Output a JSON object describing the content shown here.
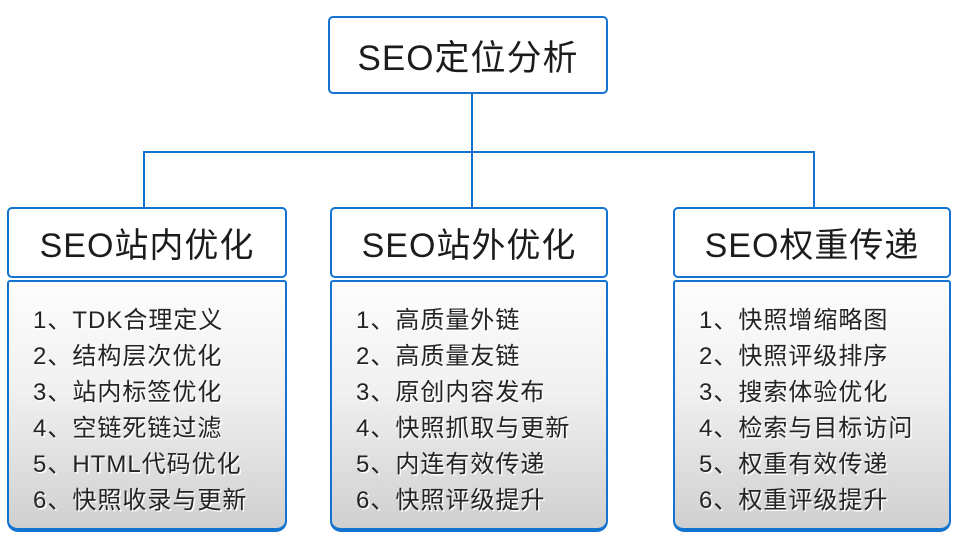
{
  "root": {
    "label": "SEO定位分析"
  },
  "columns": [
    {
      "title": "SEO站内优化",
      "items": [
        "1、TDK合理定义",
        "2、结构层次优化",
        "3、站内标签优化",
        "4、空链死链过滤",
        "5、HTML代码优化",
        "6、快照收录与更新"
      ]
    },
    {
      "title": "SEO站外优化",
      "items": [
        "1、高质量外链",
        "2、高质量友链",
        "3、原创内容发布",
        "4、快照抓取与更新",
        "5、内连有效传递",
        "6、快照评级提升"
      ]
    },
    {
      "title": "SEO权重传递",
      "items": [
        "1、快照增缩略图",
        "2、快照评级排序",
        "3、搜索体验优化",
        "4、检索与目标访问",
        "5、权重有效传递",
        "6、权重评级提升"
      ]
    }
  ],
  "colors": {
    "accent": "#1373d0",
    "text": "#1c1c1c",
    "panel_top": "#fdfdfd",
    "panel_bottom": "#d0d0d0"
  }
}
